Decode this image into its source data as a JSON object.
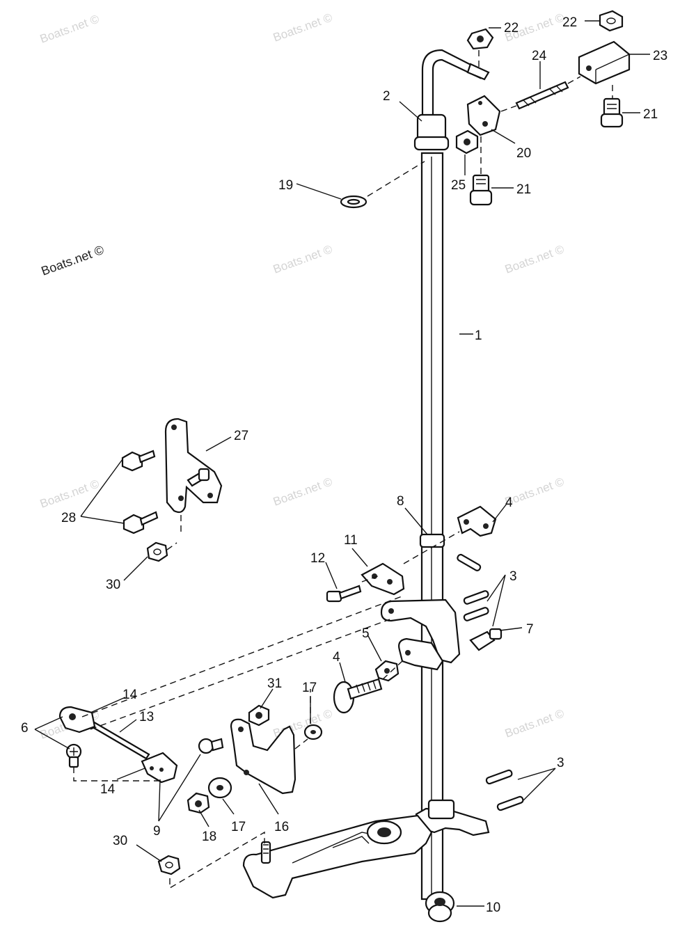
{
  "watermarks": [
    "Boats.net ©",
    "Boats.net ©",
    "Boats.net ©",
    "Boats.net ©",
    "Boats.net ©",
    "Boats.net ©",
    "Boats.net ©",
    "Boats.net ©",
    "Boats.net ©",
    "Boats.net ©",
    "Boats.net ©"
  ],
  "watermark_main": "Boats.net ©",
  "labels": {
    "p1": "1",
    "p2": "2",
    "p3a": "3",
    "p3b": "3",
    "p4a": "4",
    "p4b": "4",
    "p5": "5",
    "p6": "6",
    "p7": "7",
    "p8": "8",
    "p9": "9",
    "p10": "10",
    "p11": "11",
    "p12": "12",
    "p13": "13",
    "p14a": "14",
    "p14b": "14",
    "p16": "16",
    "p17a": "17",
    "p17b": "17",
    "p18": "18",
    "p19": "19",
    "p20": "20",
    "p21a": "21",
    "p21b": "21",
    "p22a": "22",
    "p22b": "22",
    "p23": "23",
    "p24": "24",
    "p25": "25",
    "p27": "27",
    "p28": "28",
    "p30a": "30",
    "p30b": "30",
    "p31": "31"
  }
}
